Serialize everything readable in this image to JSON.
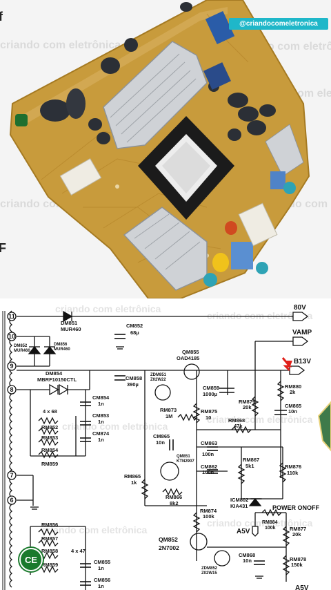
{
  "handle": "@criandocomeletronica",
  "logo_mark": "CE",
  "watermark": "criando com eletrônica",
  "schematic": {
    "connector_pins": [
      "11",
      "10",
      "9",
      "8",
      "7",
      "6"
    ],
    "rails": {
      "v80": "80V",
      "vamp": "VAMP",
      "b13v": "B13V",
      "a5v_left": "A5V",
      "a5v_right": "A5V",
      "power_onoff": "POWER ONOFF"
    },
    "components": {
      "dm851": {
        "ref": "DM851",
        "value": "MUR460"
      },
      "cm852": {
        "ref": "CM852",
        "value": "68µ"
      },
      "dm852": {
        "ref": "DM852",
        "value": "MUR460"
      },
      "dm856": {
        "ref": "DM856",
        "value": "MUR460"
      },
      "dm854": {
        "ref": "DM854",
        "value": "MBRF10150CTL"
      },
      "cm858": {
        "ref": "CM858",
        "value": "390µ"
      },
      "qm855": {
        "ref": "QM855",
        "value": "OAD4185"
      },
      "zdm851": {
        "ref": "ZDM851",
        "value": "Z02W22"
      },
      "cm859": {
        "ref": "CM859",
        "value": "1000µ"
      },
      "rm880": {
        "ref": "RM880",
        "value": "2k"
      },
      "cm865b": {
        "ref": "CM865",
        "value": "10n"
      },
      "rm879": {
        "ref": "RM879",
        "value": "20k"
      },
      "res_array1": "4 x 68",
      "rm852": {
        "ref": "RM852"
      },
      "rm853": {
        "ref": "RM853"
      },
      "rm854": {
        "ref": "RM854"
      },
      "rm859a": {
        "ref": "RM859"
      },
      "cm854": {
        "ref": "CM854",
        "value": "1n"
      },
      "cm853": {
        "ref": "CM853",
        "value": "1n"
      },
      "cm874": {
        "ref": "CM874",
        "value": "1n"
      },
      "rm873": {
        "ref": "RM873",
        "value": "1M"
      },
      "rm875": {
        "ref": "RM875",
        "value": "10"
      },
      "rm868": {
        "ref": "RM868",
        "value": "47k"
      },
      "cm865": {
        "ref": "CM865",
        "value": "10n"
      },
      "cm863": {
        "ref": "CM863",
        "value": "100n"
      },
      "cm862": {
        "ref": "CM862",
        "value": "100n"
      },
      "qm851": {
        "ref": "QM851",
        "value": "KTN2907"
      },
      "rm867": {
        "ref": "RM867",
        "value": "5k1"
      },
      "rm876": {
        "ref": "RM876",
        "value": "110k"
      },
      "rm865": {
        "ref": "RM865",
        "value": "1k"
      },
      "rm866": {
        "ref": "RM866",
        "value": "8k2"
      },
      "icm802": {
        "ref": "ICM802",
        "value": "KIA431"
      },
      "rm874": {
        "ref": "RM874",
        "value": "100k"
      },
      "rm884": {
        "ref": "RM884",
        "value": "100k"
      },
      "rm877": {
        "ref": "RM877",
        "value": "20k"
      },
      "qm852": {
        "ref": "QM852",
        "value": "2N7002"
      },
      "zdm852": {
        "ref": "ZDM852",
        "value": "Z02W15"
      },
      "cm868": {
        "ref": "CM868",
        "value": "10n"
      },
      "rm878": {
        "ref": "RM878",
        "value": "150k"
      },
      "rm856": {
        "ref": "RM856"
      },
      "rm857": {
        "ref": "RM857"
      },
      "rm858": {
        "ref": "RM858"
      },
      "rm859b": {
        "ref": "RM859"
      },
      "res_array2": "4 x 47",
      "cm855": {
        "ref": "CM855",
        "value": "1n"
      },
      "cm856": {
        "ref": "CM856",
        "value": "1n"
      }
    }
  },
  "colors": {
    "board": "#c79a3a",
    "heatsink": "#c9ccd0",
    "capacitor": "#2b2f36",
    "transformer": "#1a1a1a",
    "handle_bg": "#1fb7c9",
    "logo": "#1a7a2c",
    "arrow": "#e0201a"
  }
}
